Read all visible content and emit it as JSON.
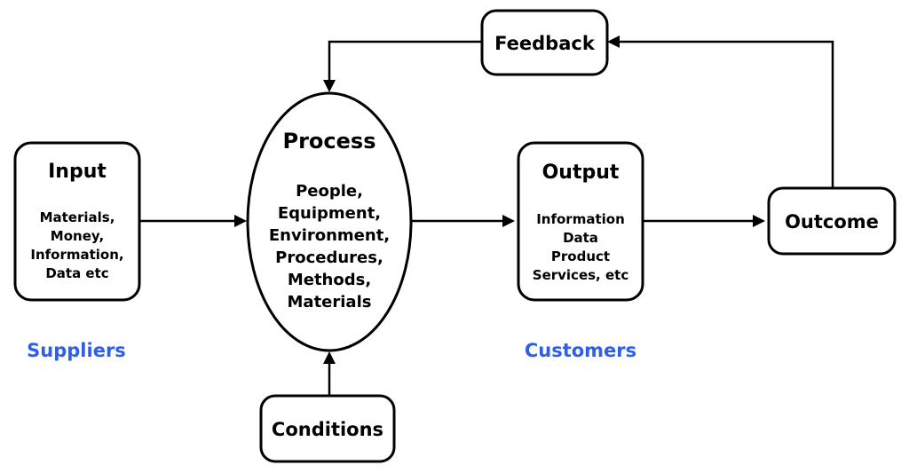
{
  "colors": {
    "label_blue": "#2f5fe8"
  },
  "feedback": {
    "label": "Feedback"
  },
  "input": {
    "title": "Input",
    "items": [
      "Materials,",
      "Money,",
      "Information,",
      "Data etc"
    ]
  },
  "process": {
    "title": "Process",
    "items": [
      "People,",
      "Equipment,",
      "Environment,",
      "Procedures,",
      "Methods,",
      "Materials"
    ]
  },
  "output": {
    "title": "Output",
    "items": [
      "Information",
      "Data",
      "Product",
      "Services, etc"
    ]
  },
  "outcome": {
    "label": "Outcome"
  },
  "conditions": {
    "label": "Conditions"
  },
  "suppliers": {
    "label": "Suppliers"
  },
  "customers": {
    "label": "Customers"
  }
}
